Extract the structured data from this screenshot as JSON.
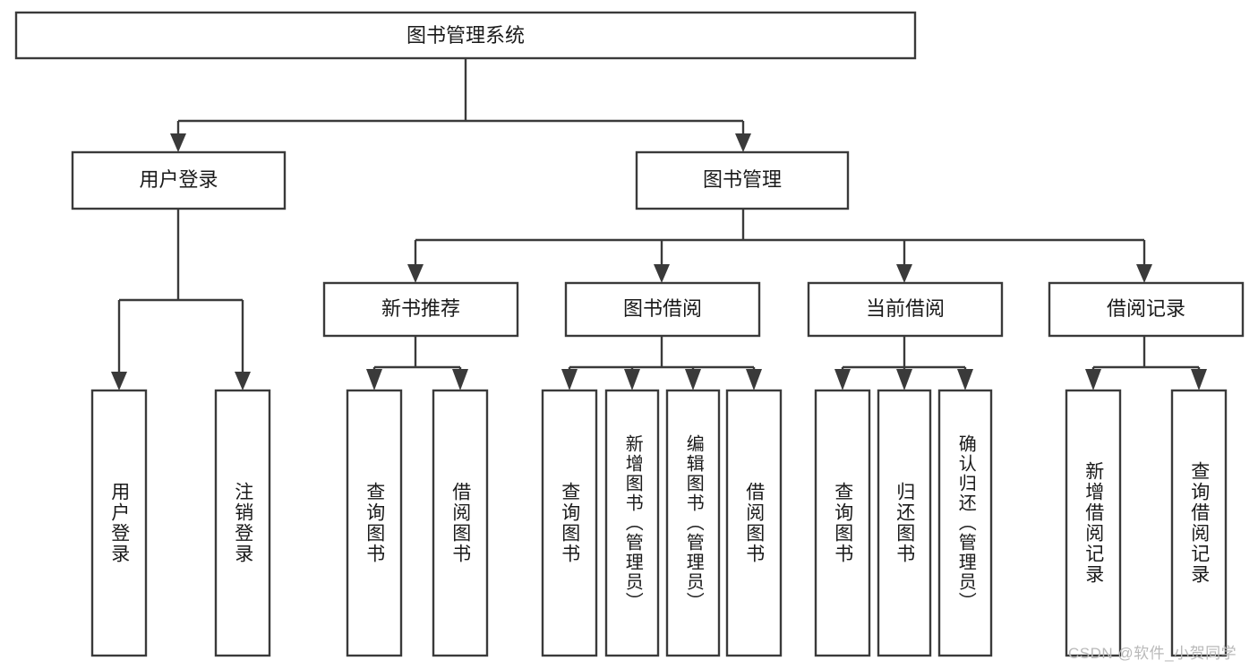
{
  "diagram": {
    "title": "图书管理系统",
    "type": "hierarchy-tree",
    "watermark": "CSDN @软件_小贺同学",
    "colors": {
      "box_stroke": "#3a3a3a",
      "box_fill": "#ffffff",
      "text": "#1a1a1a",
      "watermark": "#b9b9b9",
      "background": "#ffffff"
    },
    "levels": {
      "root": {
        "label": "图书管理系统"
      },
      "level2": [
        {
          "id": "user-login",
          "label": "用户登录"
        },
        {
          "id": "book-manage",
          "label": "图书管理"
        }
      ],
      "level3": [
        {
          "id": "new-book-recommend",
          "label": "新书推荐",
          "parent": "book-manage"
        },
        {
          "id": "book-borrow",
          "label": "图书借阅",
          "parent": "book-manage"
        },
        {
          "id": "current-borrow",
          "label": "当前借阅",
          "parent": "book-manage"
        },
        {
          "id": "borrow-record",
          "label": "借阅记录",
          "parent": "book-manage"
        }
      ],
      "leaves": [
        {
          "id": "leaf-user-login",
          "label": "用户登录",
          "parent": "user-login"
        },
        {
          "id": "leaf-logout",
          "label": "注销登录",
          "parent": "user-login"
        },
        {
          "id": "leaf-query-book-1",
          "label": "查询图书",
          "parent": "new-book-recommend"
        },
        {
          "id": "leaf-borrow-book-1",
          "label": "借阅图书",
          "parent": "new-book-recommend"
        },
        {
          "id": "leaf-query-book-2",
          "label": "查询图书",
          "parent": "book-borrow"
        },
        {
          "id": "leaf-add-book",
          "label": "新增图书（管理员）",
          "parent": "book-borrow"
        },
        {
          "id": "leaf-edit-book",
          "label": "编辑图书（管理员）",
          "parent": "book-borrow"
        },
        {
          "id": "leaf-borrow-book-2",
          "label": "借阅图书",
          "parent": "book-borrow"
        },
        {
          "id": "leaf-query-book-3",
          "label": "查询图书",
          "parent": "current-borrow"
        },
        {
          "id": "leaf-return-book",
          "label": "归还图书",
          "parent": "current-borrow"
        },
        {
          "id": "leaf-confirm-return",
          "label": "确认归还（管理员）",
          "parent": "current-borrow"
        },
        {
          "id": "leaf-add-record",
          "label": "新增借阅记录",
          "parent": "borrow-record"
        },
        {
          "id": "leaf-query-record",
          "label": "查询借阅记录",
          "parent": "borrow-record"
        }
      ]
    }
  }
}
